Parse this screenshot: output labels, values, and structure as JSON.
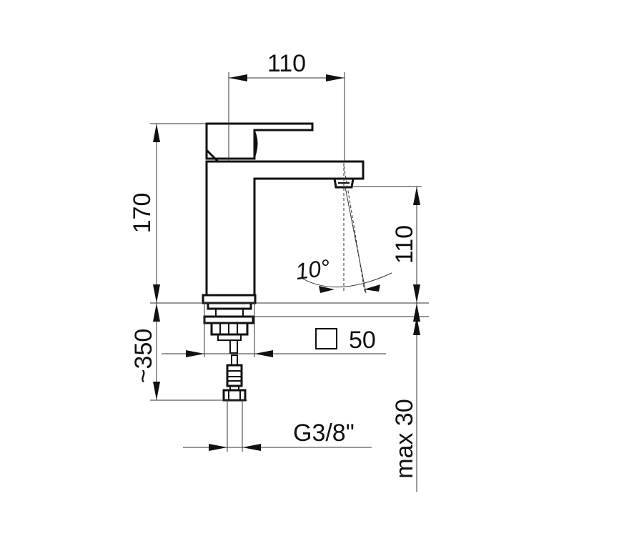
{
  "dimensions": {
    "spout_reach": "110",
    "total_height": "170",
    "spout_height": "110",
    "swivel_angle": "10°",
    "pipe_length": "~350",
    "body_square": "50",
    "connection_thread": "G3/8\"",
    "max_thickness": "max 30"
  },
  "colors": {
    "line": "#111111",
    "background": "#ffffff"
  }
}
